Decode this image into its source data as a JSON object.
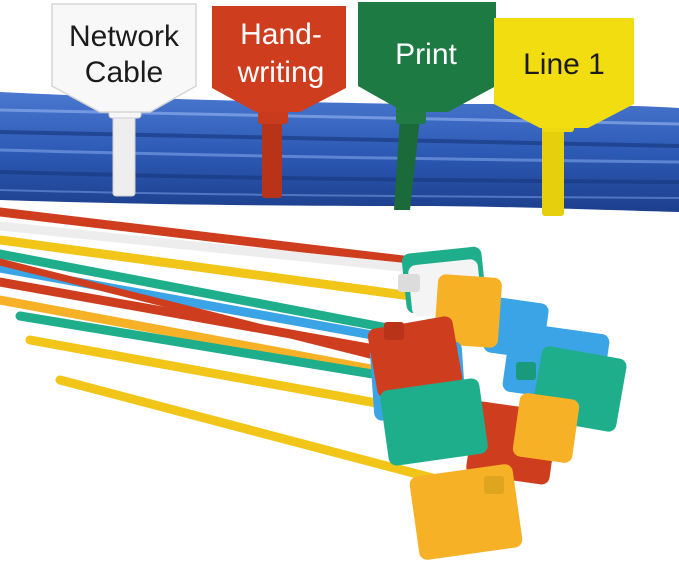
{
  "labels": {
    "network": [
      "Network",
      "Cable"
    ],
    "handwriting": [
      "Hand-",
      "writing"
    ],
    "print": [
      "Print"
    ],
    "line1": [
      "Line 1"
    ]
  },
  "colors": {
    "white": "#f4f4f4",
    "red": "#cf3d1f",
    "green": "#1e7a43",
    "yellow": "#f2dd10",
    "cable_blue": "#2f5db8",
    "teal": "#1fae8c",
    "orange": "#f6b126",
    "sky": "#3ba4e6"
  }
}
